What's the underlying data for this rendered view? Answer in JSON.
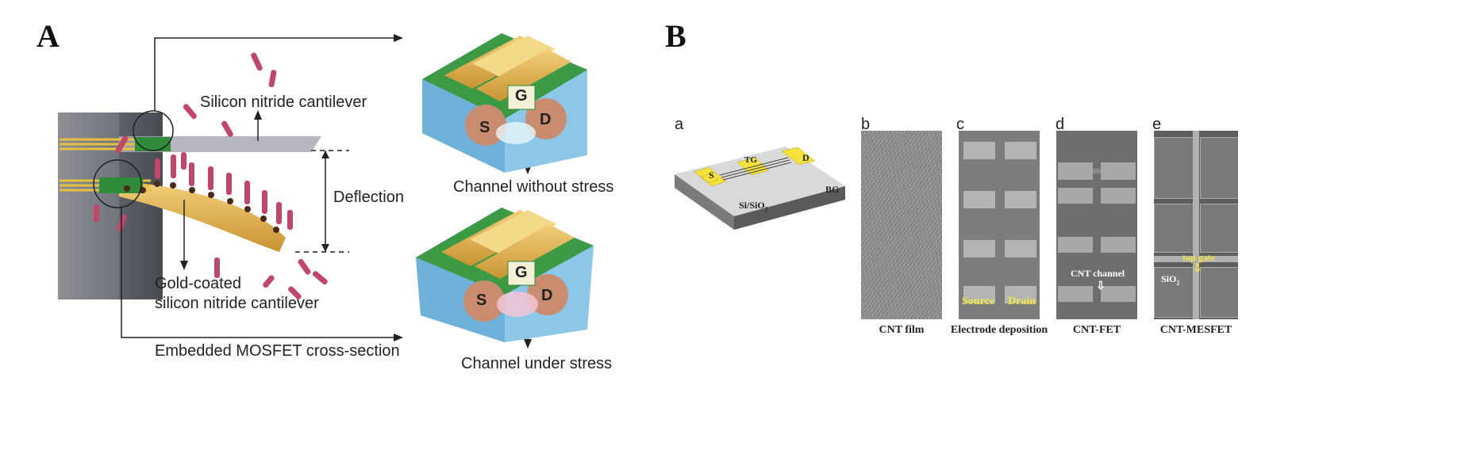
{
  "panels": {
    "a_letter": "A",
    "b_letter": "B"
  },
  "panel_a": {
    "label_top_cantilever": "Silicon nitride cantilever",
    "label_deflection": "Deflection",
    "label_gold_line1": "Gold-coated",
    "label_gold_line2": "silicon nitride cantilever",
    "label_mosfet": "Embedded MOSFET cross-section",
    "label_no_stress": "Channel without stress",
    "label_under_stress": "Channel under stress",
    "terminal_s": "S",
    "terminal_g": "G",
    "terminal_d": "D"
  },
  "panel_b": {
    "sub_a": "a",
    "sub_b": "b",
    "sub_c": "c",
    "sub_d": "d",
    "sub_e": "e",
    "device_s": "S",
    "device_tg": "TG",
    "device_d": "D",
    "device_bg": "BG",
    "device_substrate": "Si/SiO",
    "device_substrate_sub": "2",
    "c_source": "Source",
    "c_drain": "Drain",
    "d_channel": "CNT channel",
    "e_topgate": "top gate",
    "e_sio2": "SiO",
    "e_sio2_sub": "2",
    "caption_b": "CNT film",
    "caption_c": "Electrode deposition",
    "caption_d": "CNT-FET",
    "caption_e": "CNT-MESFET"
  },
  "colors": {
    "gold": "#d9a93f",
    "green": "#2f8f3a",
    "blue": "#8cc7e8",
    "sem_gray": "#8a8a8a",
    "yellow_label": "#f2e640"
  }
}
